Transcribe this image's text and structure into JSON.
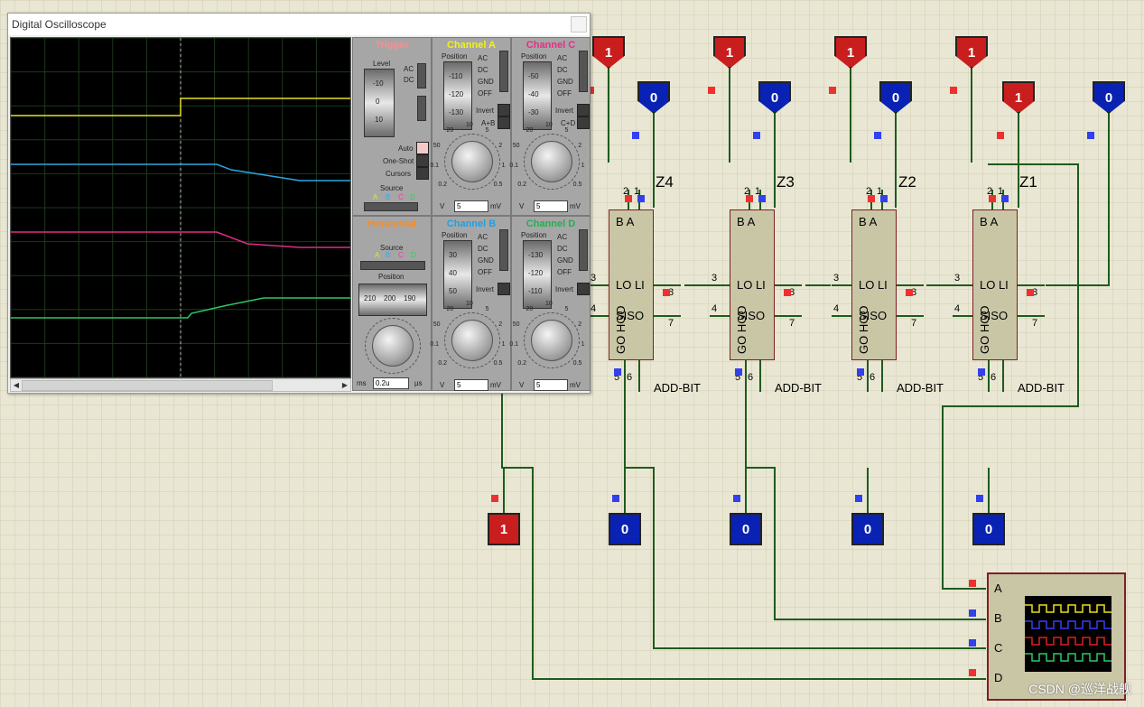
{
  "oscilloscope": {
    "title": "Digital Oscilloscope",
    "trigger": {
      "title": "Trigger",
      "level_label": "Level",
      "level_ticks": [
        "-10",
        "0",
        "10"
      ],
      "ac": "AC",
      "dc": "DC",
      "auto": "Auto",
      "one_shot": "One-Shot",
      "cursors": "Cursors",
      "source_label": "Source",
      "sources": [
        "A",
        "B",
        "C",
        "D"
      ]
    },
    "horizontal": {
      "title": "Horizontal",
      "source_label": "Source",
      "sources": [
        "A",
        "B",
        "C",
        "D"
      ],
      "position_label": "Position",
      "position_ticks": [
        "210",
        "200",
        "190"
      ],
      "units_left": "ms",
      "value": "0.2u",
      "units_right": "µs"
    },
    "channels": [
      {
        "name": "Channel A",
        "color": "#f2f21a",
        "position_ticks": [
          "-110",
          "-120",
          "-130"
        ],
        "modes": [
          "AC",
          "DC",
          "GND",
          "OFF"
        ],
        "invert": "Invert",
        "combo": "A+B",
        "value": "5",
        "unit_left": "V",
        "unit_right": "mV"
      },
      {
        "name": "Channel C",
        "color": "#e62e88",
        "position_ticks": [
          "-50",
          "-40",
          "-30"
        ],
        "modes": [
          "AC",
          "DC",
          "GND",
          "OFF"
        ],
        "invert": "Invert",
        "combo": "C+D",
        "value": "5",
        "unit_left": "V",
        "unit_right": "mV"
      },
      {
        "name": "Channel B",
        "color": "#22a0e0",
        "position_ticks": [
          "30",
          "40",
          "50"
        ],
        "modes": [
          "AC",
          "DC",
          "GND",
          "OFF"
        ],
        "invert": "Invert",
        "combo": "",
        "value": "5",
        "unit_left": "V",
        "unit_right": "mV"
      },
      {
        "name": "Channel D",
        "color": "#22b050",
        "position_ticks": [
          "-130",
          "-120",
          "-110"
        ],
        "modes": [
          "AC",
          "DC",
          "GND",
          "OFF"
        ],
        "invert": "Invert",
        "combo": "",
        "value": "5",
        "unit_left": "V",
        "unit_right": "mV"
      }
    ],
    "knob_scale": [
      "0.2",
      "0.1",
      "50",
      "20",
      "10",
      "5",
      "2",
      "1",
      "0.5"
    ],
    "trace_colors": {
      "A": "#e8e020",
      "B": "#2aa8e0",
      "C": "#e02a8a",
      "D": "#2ec864"
    }
  },
  "circuit": {
    "modules": [
      {
        "name": "Z4",
        "type": "ADD-BIT"
      },
      {
        "name": "Z3",
        "type": "ADD-BIT"
      },
      {
        "name": "Z2",
        "type": "ADD-BIT"
      },
      {
        "name": "Z1",
        "type": "ADD-BIT"
      }
    ],
    "chip_labels": {
      "ab": "B A",
      "lo": "LO LI",
      "siso": "SISO",
      "go": "GO HGO"
    },
    "pin_numbers": [
      "2",
      "1",
      "3",
      "8",
      "4",
      "7",
      "5",
      "6"
    ],
    "top_inputs": [
      {
        "value": "1",
        "state": "high"
      },
      {
        "value": "0",
        "state": "low"
      },
      {
        "value": "1",
        "state": "high"
      },
      {
        "value": "0",
        "state": "low"
      },
      {
        "value": "1",
        "state": "high"
      },
      {
        "value": "0",
        "state": "low"
      },
      {
        "value": "1",
        "state": "high"
      },
      {
        "value": "1",
        "state": "high"
      },
      {
        "value": "0",
        "state": "low"
      }
    ],
    "bottom_inputs": [
      {
        "value": "1",
        "state": "high"
      },
      {
        "value": "0",
        "state": "low"
      },
      {
        "value": "0",
        "state": "low"
      },
      {
        "value": "0",
        "state": "low"
      },
      {
        "value": "0",
        "state": "low"
      }
    ],
    "scope_terminals": [
      "A",
      "B",
      "C",
      "D"
    ]
  },
  "watermark": "CSDN @巡洋战舰",
  "colors": {
    "grid_bg": "#e9e7d3",
    "grid_line": "#d2cfb4",
    "wire": "#1e5b1e",
    "chip_fill": "#c9c6a6",
    "chip_border": "#7e1f1f",
    "high": "#c81e1e",
    "low": "#0a22b3"
  }
}
